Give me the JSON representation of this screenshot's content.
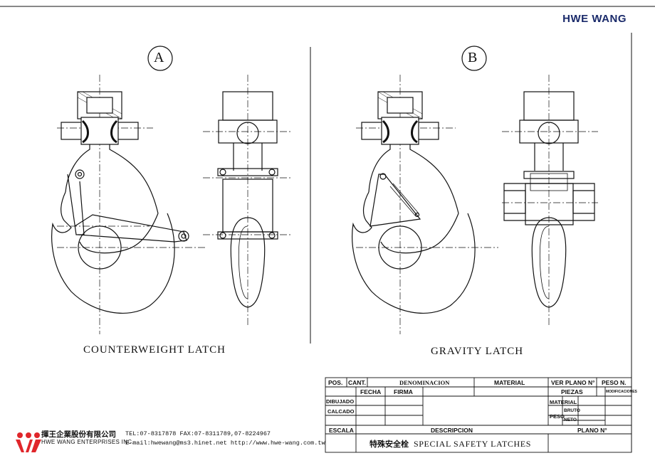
{
  "brand": {
    "name": "HWE WANG"
  },
  "views": {
    "a": {
      "marker": "A",
      "caption": "COUNTERWEIGHT LATCH"
    },
    "b": {
      "marker": "B",
      "caption": "GRAVITY LATCH"
    }
  },
  "title_block": {
    "pos": "POS.",
    "cant": "CANT.",
    "denominacion": "DENOMINACION",
    "material": "MATERIAL",
    "ver_plano": "VER PLANO N°",
    "peso_n": "PESO N.",
    "fecha": "FECHA",
    "firma": "FIRMA",
    "piezas": "PIEZAS",
    "modificaciones": "MODIFICACIONES",
    "dibujado": "DIBUJADO",
    "calcado": "CALCADO",
    "material_row": "MATERIAL",
    "peso": "PESO",
    "bruto": "BRUTO",
    "neto": "NETO",
    "escala": "ESCALA",
    "descripcion": "DESCRIPCION",
    "plano_n": "PLANO N°",
    "description_zh": "特殊安全栓",
    "description_en": "SPECIAL SAFETY LATCHES"
  },
  "company": {
    "name_zh": "揮王企業股份有限公司",
    "name_en": "HWE WANG ENTERPRISES INC.",
    "contact_line1": "TEL:07-8317878  FAX:07-8311789,07-8224967",
    "contact_line2": "E-mail:hwewang@ms3.hinet.net  http://www.hwe-wang.com.tw",
    "logo_color": "#e0262b"
  }
}
